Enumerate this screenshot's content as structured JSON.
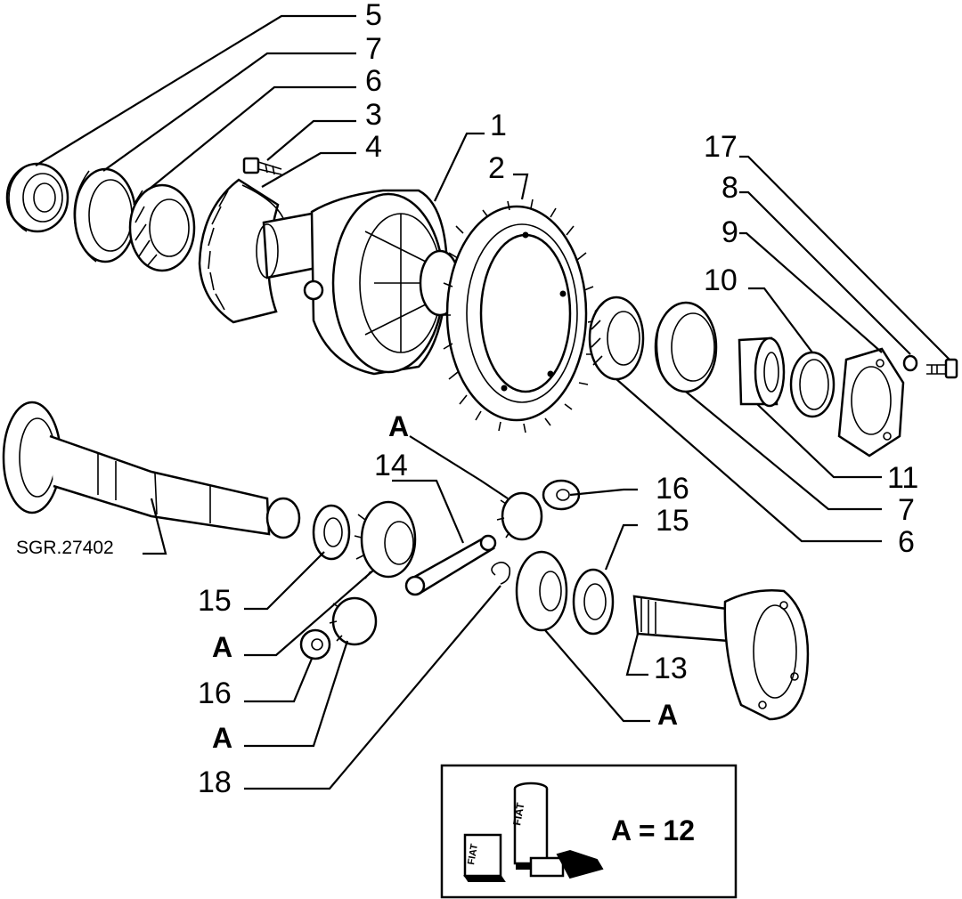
{
  "labels": {
    "n5": "5",
    "n7_top": "7",
    "n6_top": "6",
    "n3": "3",
    "n4": "4",
    "n1": "1",
    "n2": "2",
    "n17": "17",
    "n8": "8",
    "n9": "9",
    "n10": "10",
    "n11": "11",
    "n7_right": "7",
    "n6_right": "6",
    "n14": "14",
    "n16_right": "16",
    "n15_right": "15",
    "n15_left": "15",
    "n16_left": "16",
    "n13": "13",
    "n18": "18",
    "a_top": "A",
    "a_left_upper": "A",
    "a_left_lower": "A",
    "a_bottom": "A"
  },
  "reference_code": "SGR.27402",
  "legend": {
    "equation": "A = 12"
  }
}
